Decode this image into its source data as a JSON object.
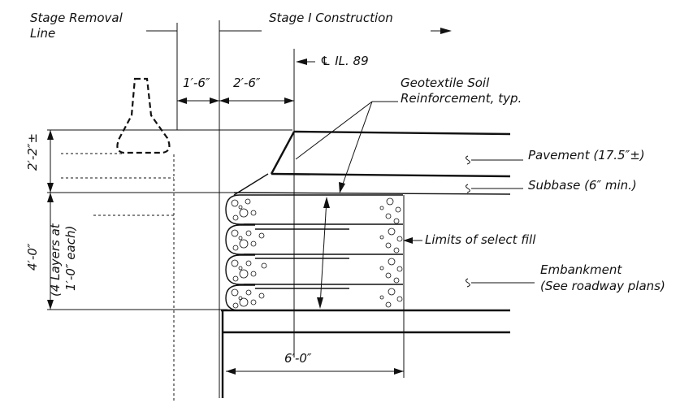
{
  "labels": {
    "stage_removal_1": "Stage Removal",
    "stage_removal_2": "Line",
    "stage_construction": "Stage I Construction",
    "centerline": "℄ IL. 89",
    "dim_1_6": "1′-6″",
    "dim_2_6": "2′-6″",
    "geotextile_1": "Geotextile Soil",
    "geotextile_2": "Reinforcement, typ.",
    "pavement": "Pavement (17.5″±)",
    "subbase": "Subbase (6″ min.)",
    "limits": "Limits of select fill",
    "embankment_1": "Embankment",
    "embankment_2": "(See roadway plans)",
    "dim_2_2": "2′-2″±",
    "dim_4_0": "4′-0″",
    "layers_1": "(4 Layers at",
    "layers_2": "1′-0″ each)",
    "dim_6_0": "6′-0″"
  }
}
